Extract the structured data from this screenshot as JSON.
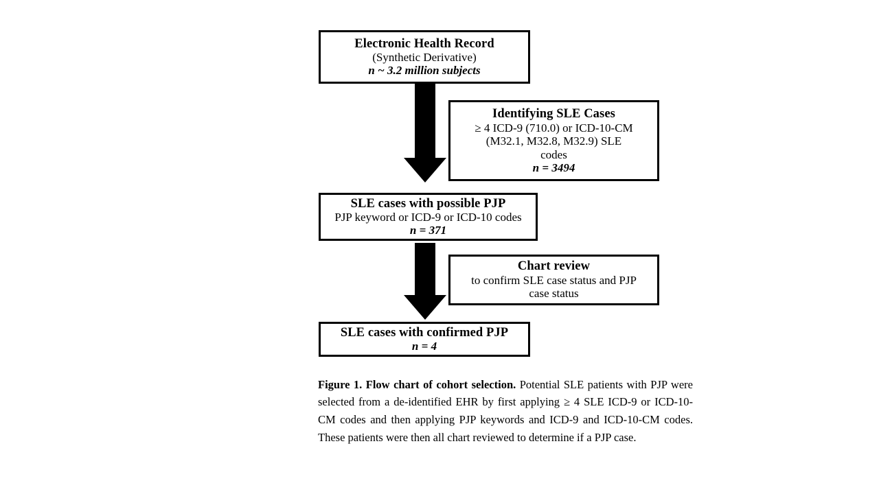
{
  "figure": {
    "type": "flowchart",
    "orientation": "top-to-bottom",
    "nodes": [
      {
        "id": "ehr",
        "title": "Electronic Health Record",
        "subtitle": "(Synthetic Derivative)",
        "count": "n ~ 3.2 million subjects"
      },
      {
        "id": "identifying-sle-cases",
        "title": "Identifying SLE Cases",
        "criteria_line_1": "≥ 4 ICD-9 (710.0) or ICD-10-CM",
        "criteria_line_2": "(M32.1, M32.8, M32.9) SLE",
        "criteria_line_3": "codes",
        "count": "n = 3494"
      },
      {
        "id": "sle-possible-pjp",
        "title": "SLE cases with possible PJP",
        "subtitle": "PJP keyword or ICD-9 or ICD-10 codes",
        "count": "n = 371"
      },
      {
        "id": "chart-review",
        "title": "Chart review",
        "detail_line_1": "to confirm SLE case status and PJP",
        "detail_line_2": "case status"
      },
      {
        "id": "sle-confirmed-pjp",
        "title": "SLE cases with confirmed PJP",
        "count": "n = 4"
      }
    ],
    "arrows": [
      {
        "id": "arrow-1",
        "direction": "down",
        "from": "ehr",
        "to": "sle-possible-pjp",
        "color": "#000000"
      },
      {
        "id": "arrow-2",
        "direction": "down",
        "from": "sle-possible-pjp",
        "to": "sle-confirmed-pjp",
        "color": "#000000"
      }
    ],
    "caption": {
      "lead": "Figure 1. Flow chart of cohort selection.",
      "body": " Potential SLE patients with PJP were selected from a de-identified EHR by first applying ≥ 4 SLE ICD-9 or ICD-10-CM codes and then applying PJP keywords and ICD-9 and ICD-10-CM codes. These patients were then all chart reviewed to determine if a PJP case."
    }
  },
  "colors": {
    "stroke": "#000000",
    "background": "#ffffff",
    "text": "#000000"
  }
}
